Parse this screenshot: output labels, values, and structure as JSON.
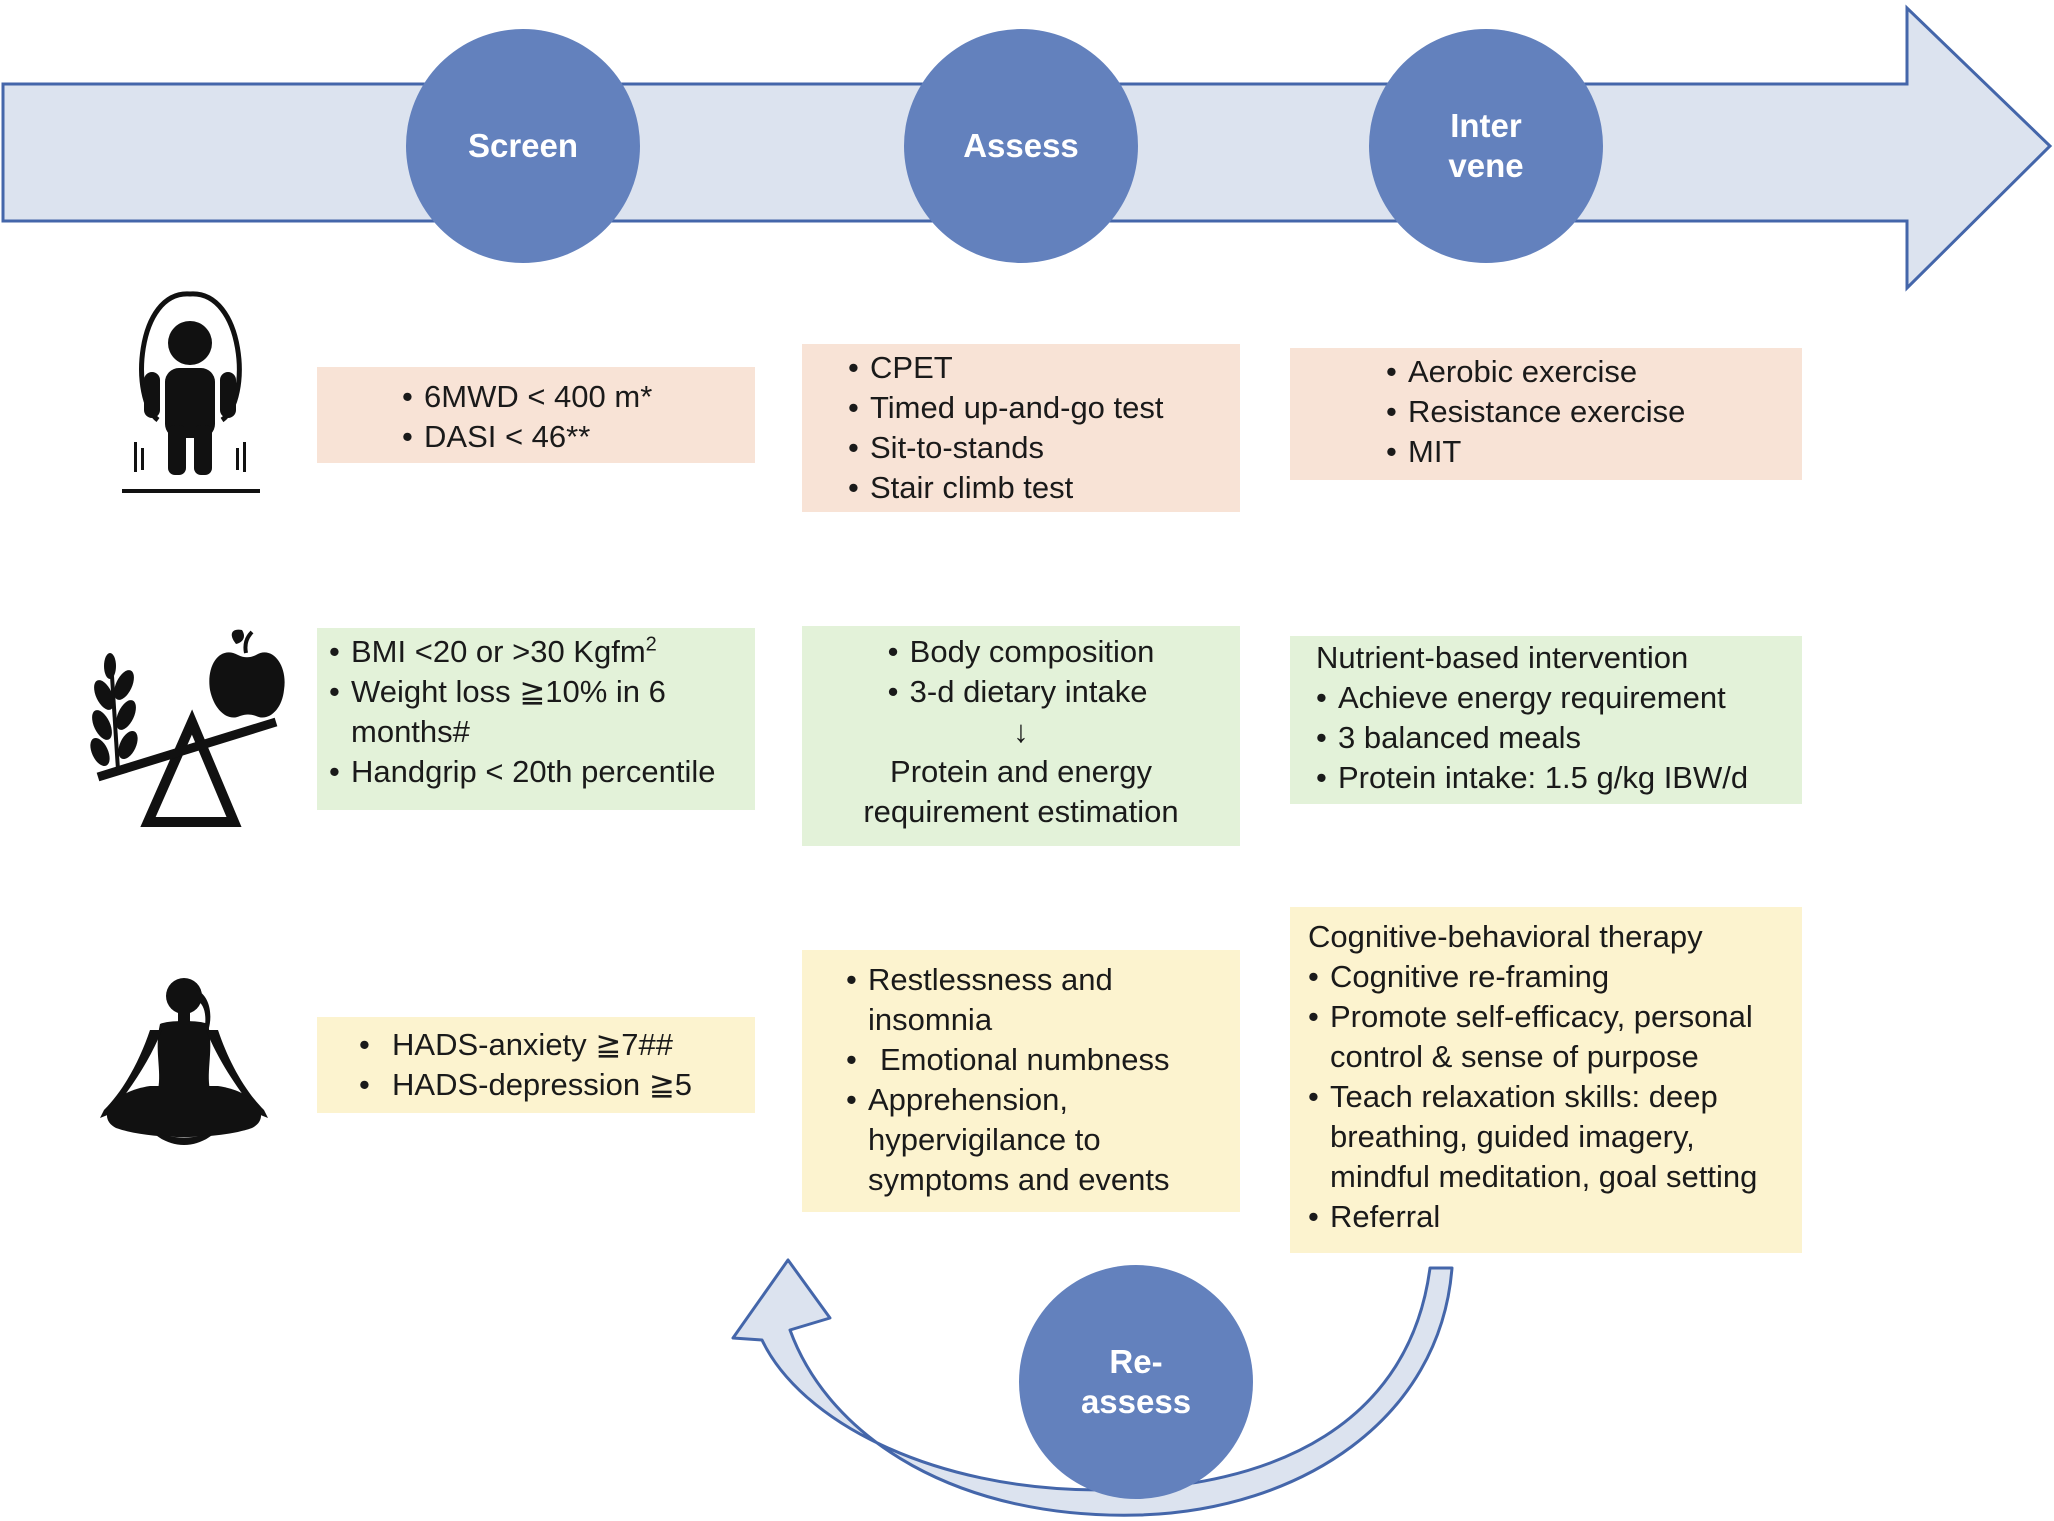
{
  "stages": {
    "screen": "Screen",
    "assess": "Assess",
    "intervene_line1": "Inter",
    "intervene_line2": "vene",
    "reassess_line1": "Re-",
    "reassess_line2": "assess"
  },
  "icons": {
    "row1": "jump-rope-person-icon",
    "row2": "nutrition-balance-icon",
    "row3": "meditation-icon"
  },
  "colors": {
    "stage_circle": "#6381bd",
    "arrow_fill": "#dce3ef",
    "arrow_stroke": "#4466aa",
    "physical_box": "#f8e3d6",
    "nutrition_box": "#e3f2d9",
    "psych_box": "#fcf3cf"
  },
  "physical": {
    "screen": [
      "6MWD < 400 m*",
      "DASI < 46**"
    ],
    "assess": [
      "CPET",
      "Timed up-and-go test",
      "Sit-to-stands",
      "Stair climb test"
    ],
    "intervene": [
      "Aerobic exercise",
      "Resistance exercise",
      "MIT"
    ]
  },
  "nutrition": {
    "screen": {
      "bmi_text": "BMI <20 or >30 Kgfm",
      "bmi_sup": "2",
      "weight_loss": "Weight loss ≧10% in 6 months#",
      "handgrip": "Handgrip < 20th percentile"
    },
    "assess": {
      "items": [
        "Body composition",
        "3-d dietary intake"
      ],
      "arrow": "↓",
      "result_line1": "Protein and energy",
      "result_line2": "requirement estimation"
    },
    "intervene": {
      "heading": "Nutrient-based intervention",
      "items": [
        "Achieve energy requirement",
        "3 balanced meals",
        "Protein intake: 1.5 g/kg IBW/d"
      ]
    }
  },
  "psych": {
    "screen": [
      "HADS-anxiety ≧7##",
      "HADS-depression ≧5"
    ],
    "assess": [
      "Restlessness and insomnia",
      "Emotional numbness",
      "Apprehension, hypervigilance to symptoms and events"
    ],
    "intervene": {
      "heading": "Cognitive-behavioral therapy",
      "items": [
        "Cognitive re-framing",
        "Promote self-efficacy, personal control & sense of purpose",
        "Teach relaxation skills: deep breathing, guided imagery, mindful meditation, goal setting",
        "Referral"
      ]
    }
  }
}
